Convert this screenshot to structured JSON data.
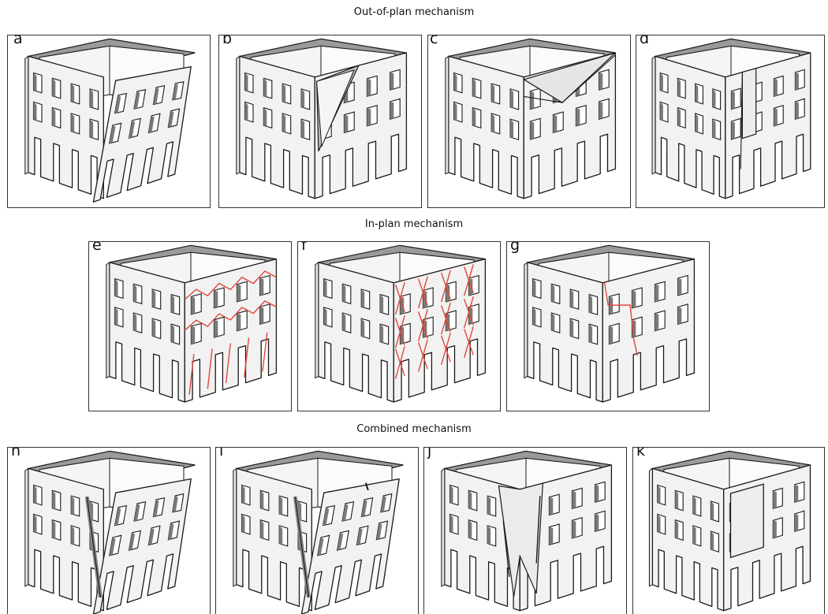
{
  "figure": {
    "sections": [
      {
        "id": "out",
        "title": "Out-of-plan mechanism"
      },
      {
        "id": "in",
        "title": "In-plan mechanism"
      },
      {
        "id": "comb",
        "title": "Combined mechanism"
      }
    ],
    "panels": [
      {
        "letter": "a",
        "mechanism": "out-of-plan",
        "variant": "corner-wall-overturning"
      },
      {
        "letter": "b",
        "mechanism": "out-of-plan",
        "variant": "diagonal-wedge"
      },
      {
        "letter": "c",
        "mechanism": "out-of-plan",
        "variant": "upper-wedge"
      },
      {
        "letter": "d",
        "mechanism": "out-of-plan",
        "variant": "vertical-strip"
      },
      {
        "letter": "e",
        "mechanism": "in-plan",
        "variant": "spandrel-cracks"
      },
      {
        "letter": "f",
        "mechanism": "in-plan",
        "variant": "x-cracks-piers"
      },
      {
        "letter": "g",
        "mechanism": "in-plan",
        "variant": "single-crack"
      },
      {
        "letter": "h",
        "mechanism": "combined",
        "variant": "leaning-walls"
      },
      {
        "letter": "i",
        "mechanism": "combined",
        "variant": "leaning-broken"
      },
      {
        "letter": "j",
        "mechanism": "combined",
        "variant": "corner-fracture"
      },
      {
        "letter": "k",
        "mechanism": "combined",
        "variant": "local-panel"
      }
    ],
    "colors": {
      "wall": "#f2f2f2",
      "wall_side": "#e3e3e3",
      "rim_top": "#9a9a9a",
      "interior": "#f5f5f5",
      "window": "#7a7a7a",
      "stroke": "#1a1a1a",
      "crack": "#e0473a"
    }
  }
}
